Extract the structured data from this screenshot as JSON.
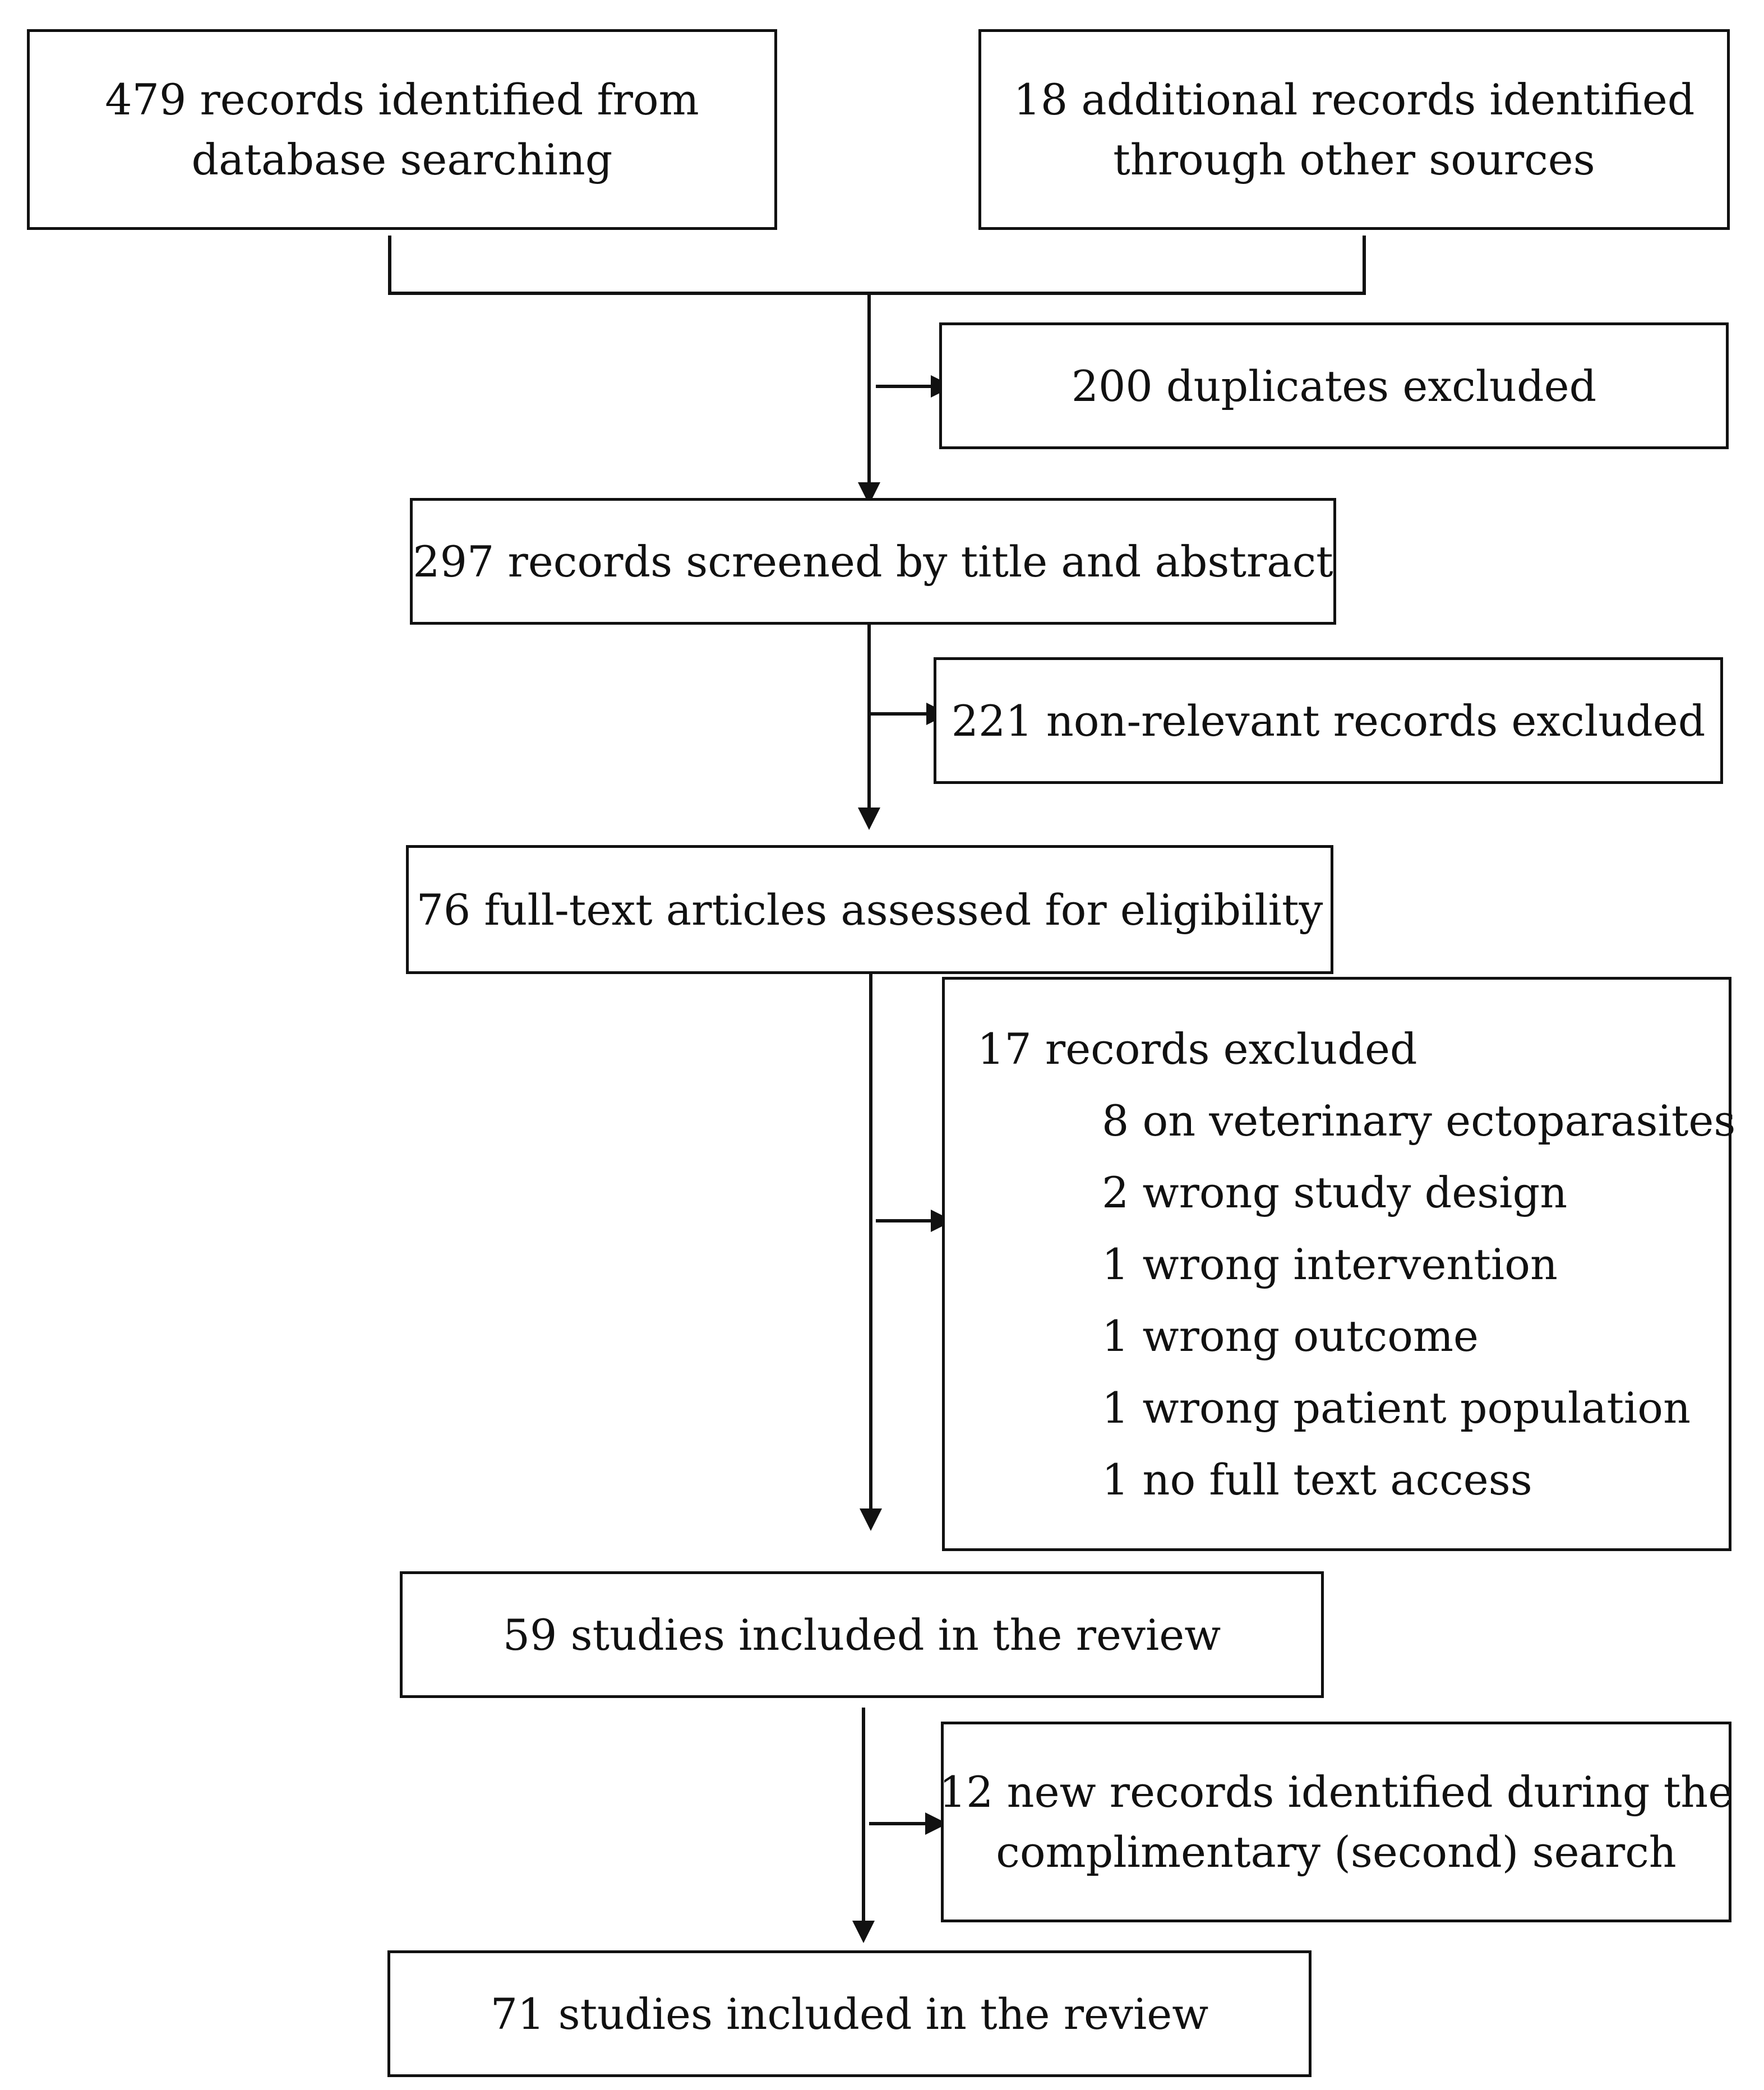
{
  "flowchart": {
    "identification": {
      "database": {
        "lines": [
          "479 records identified from",
          "database searching"
        ]
      },
      "other_sources": {
        "lines": [
          "18 additional records identified",
          "through other sources"
        ]
      }
    },
    "duplicates": {
      "text": "200 duplicates excluded"
    },
    "screened": {
      "text": "297 records screened by title and abstract"
    },
    "non_relevant": {
      "text": "221 non-relevant records excluded"
    },
    "full_text": {
      "text": "76 full-text articles assessed for eligibility"
    },
    "excluded": {
      "title": "17 records excluded",
      "reasons": [
        "8 on veterinary ectoparasites",
        "2 wrong study design",
        "1 wrong intervention",
        "1 wrong outcome",
        "1 wrong patient population",
        "1 no full text access"
      ]
    },
    "included_first": {
      "text": "59 studies included in the review"
    },
    "second_search": {
      "lines": [
        "12 new records identified during the",
        "complimentary (second) search"
      ]
    },
    "included_final": {
      "text": "71 studies included in the review"
    }
  }
}
